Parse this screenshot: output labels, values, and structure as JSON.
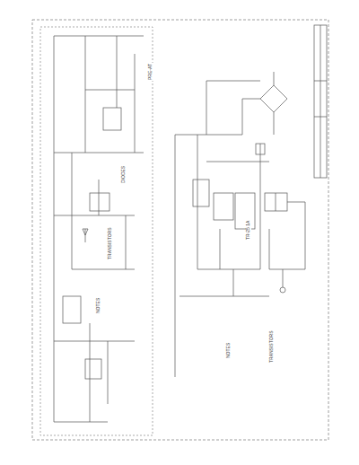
{
  "diagram": {
    "labels": [
      "PRE-AT",
      "DIODES",
      "TRANSISTORS",
      "NOTES",
      "TR-25 1A",
      "NOTES",
      "TRANSISTORS"
    ]
  }
}
